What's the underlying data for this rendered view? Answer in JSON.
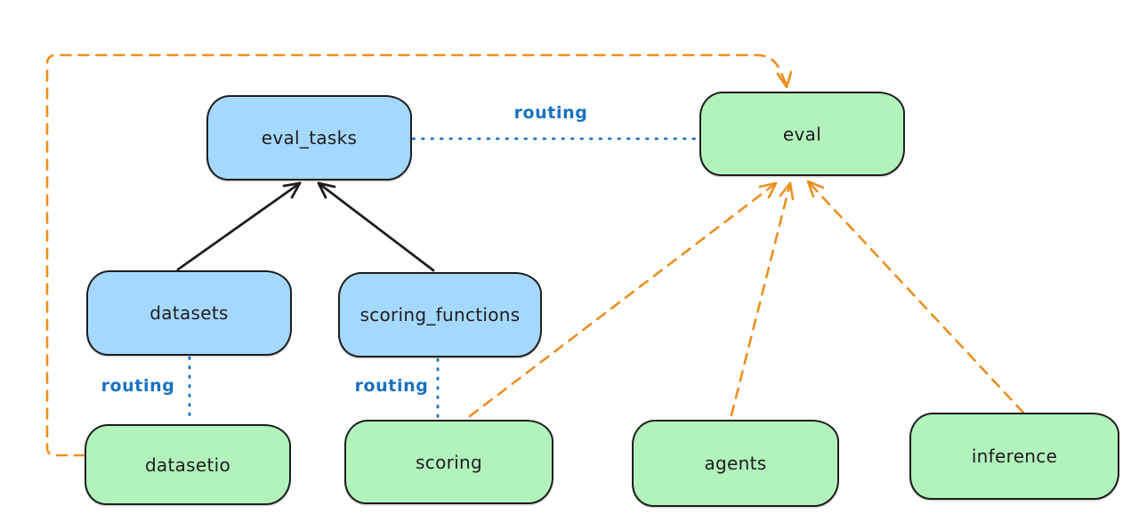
{
  "colors": {
    "background": "#ffffff",
    "node_border": "#1e1e1e",
    "node_text": "#1e1e1e",
    "node_blue_fill": "#a5d8ff",
    "node_green_fill": "#b2f2bb",
    "routing_line_blue": "#1971c2",
    "provider_arrow_orange": "#ec8f1f",
    "dependency_arrow_black": "#1e1e1e"
  },
  "diagram": {
    "nodes": [
      {
        "id": "eval_tasks",
        "label": "eval_tasks",
        "fill": "blue"
      },
      {
        "id": "eval",
        "label": "eval",
        "fill": "green"
      },
      {
        "id": "datasets",
        "label": "datasets",
        "fill": "blue"
      },
      {
        "id": "scoring_functions",
        "label": "scoring_functions",
        "fill": "blue"
      },
      {
        "id": "datasetio",
        "label": "datasetio",
        "fill": "green"
      },
      {
        "id": "scoring",
        "label": "scoring",
        "fill": "green"
      },
      {
        "id": "agents",
        "label": "agents",
        "fill": "green"
      },
      {
        "id": "inference",
        "label": "inference",
        "fill": "green"
      }
    ],
    "edge_labels": [
      {
        "id": "label-eval_tasks-eval",
        "text": "routing"
      },
      {
        "id": "label-datasets-datasetio",
        "text": "routing"
      },
      {
        "id": "label-scoring_functions-scoring",
        "text": "routing"
      }
    ],
    "edges": [
      {
        "from": "datasets",
        "to": "eval_tasks",
        "style": "solid-arrow",
        "color": "black"
      },
      {
        "from": "scoring_functions",
        "to": "eval_tasks",
        "style": "solid-arrow",
        "color": "black"
      },
      {
        "from": "eval_tasks",
        "to": "eval",
        "style": "dotted",
        "color": "blue",
        "label": "routing"
      },
      {
        "from": "datasets",
        "to": "datasetio",
        "style": "dotted",
        "color": "blue",
        "label": "routing"
      },
      {
        "from": "scoring_functions",
        "to": "scoring",
        "style": "dotted",
        "color": "blue",
        "label": "routing"
      },
      {
        "from": "datasetio",
        "to": "eval",
        "style": "dashed-arrow",
        "color": "orange"
      },
      {
        "from": "scoring",
        "to": "eval",
        "style": "dashed-arrow",
        "color": "orange"
      },
      {
        "from": "agents",
        "to": "eval",
        "style": "dashed-arrow",
        "color": "orange"
      },
      {
        "from": "inference",
        "to": "eval",
        "style": "dashed-arrow",
        "color": "orange"
      }
    ]
  }
}
